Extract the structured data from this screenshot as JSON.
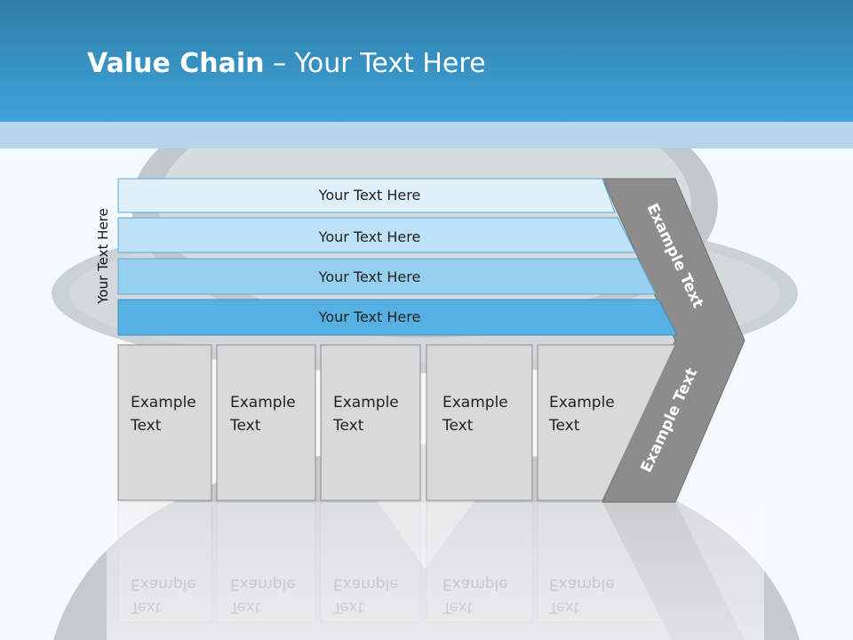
{
  "slide": {
    "title_bold": "Value Chain",
    "title_rest": " – Your Text Here"
  },
  "side_label": "Your Text Here",
  "bars": [
    {
      "label": "Your Text Here",
      "color": "#dff0fa"
    },
    {
      "label": "Your Text Here",
      "color": "#bfe1f5"
    },
    {
      "label": "Your Text Here",
      "color": "#97d0ef"
    },
    {
      "label": "Your Text Here",
      "color": "#56b1e2"
    }
  ],
  "columns": [
    {
      "line1": "Example",
      "line2": "Text"
    },
    {
      "line1": "Example",
      "line2": "Text"
    },
    {
      "line1": "Example",
      "line2": "Text"
    },
    {
      "line1": "Example",
      "line2": "Text"
    },
    {
      "line1": "Example",
      "line2": "Text"
    }
  ],
  "chevron": {
    "upper_label": "Example Text",
    "lower_label": "Example Text",
    "color": "#8c8c8c"
  },
  "colors": {
    "header": "#3ea3d9",
    "column_fill": "#d9d9d9",
    "figure": "#c8ced3"
  }
}
